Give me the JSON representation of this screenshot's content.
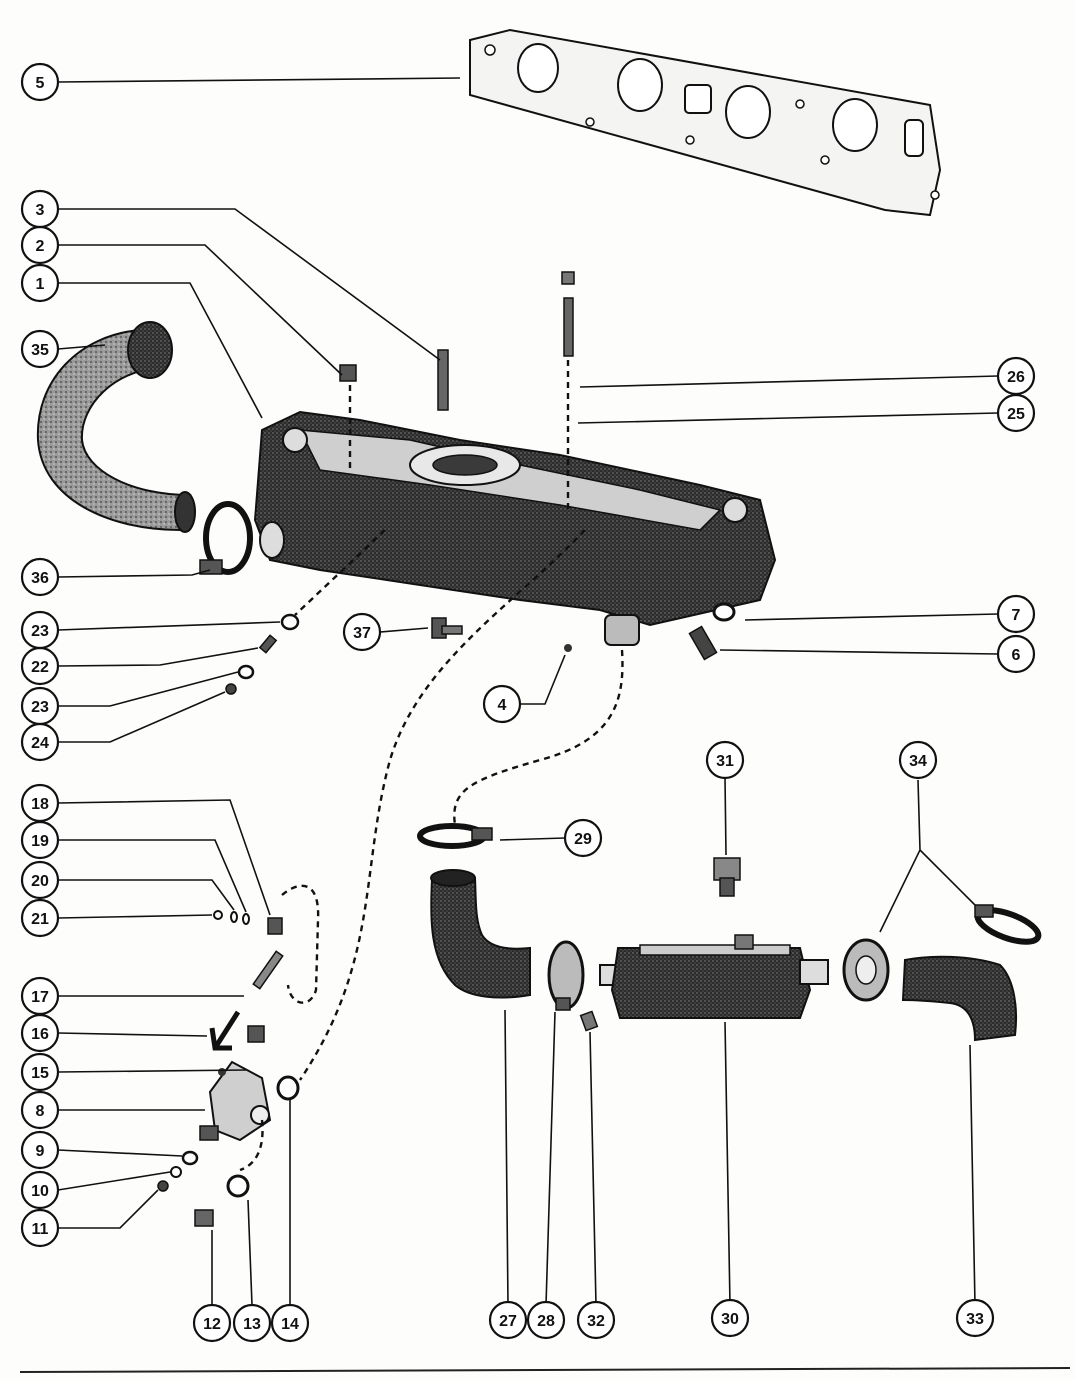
{
  "callouts": [
    {
      "id": "c1",
      "label": "1"
    },
    {
      "id": "c2",
      "label": "2"
    },
    {
      "id": "c3",
      "label": "3"
    },
    {
      "id": "c4",
      "label": "4"
    },
    {
      "id": "c5",
      "label": "5"
    },
    {
      "id": "c6",
      "label": "6"
    },
    {
      "id": "c7",
      "label": "7"
    },
    {
      "id": "c8",
      "label": "8"
    },
    {
      "id": "c9",
      "label": "9"
    },
    {
      "id": "c10",
      "label": "10"
    },
    {
      "id": "c11",
      "label": "11"
    },
    {
      "id": "c12",
      "label": "12"
    },
    {
      "id": "c13",
      "label": "13"
    },
    {
      "id": "c14",
      "label": "14"
    },
    {
      "id": "c15",
      "label": "15"
    },
    {
      "id": "c16",
      "label": "16"
    },
    {
      "id": "c17",
      "label": "17"
    },
    {
      "id": "c18",
      "label": "18"
    },
    {
      "id": "c19",
      "label": "19"
    },
    {
      "id": "c20",
      "label": "20"
    },
    {
      "id": "c21",
      "label": "21"
    },
    {
      "id": "c22",
      "label": "22"
    },
    {
      "id": "c23a",
      "label": "23"
    },
    {
      "id": "c23b",
      "label": "23"
    },
    {
      "id": "c24",
      "label": "24"
    },
    {
      "id": "c25",
      "label": "25"
    },
    {
      "id": "c26",
      "label": "26"
    },
    {
      "id": "c27",
      "label": "27"
    },
    {
      "id": "c28",
      "label": "28"
    },
    {
      "id": "c29",
      "label": "29"
    },
    {
      "id": "c30",
      "label": "30"
    },
    {
      "id": "c31",
      "label": "31"
    },
    {
      "id": "c32",
      "label": "32"
    },
    {
      "id": "c33",
      "label": "33"
    },
    {
      "id": "c34",
      "label": "34"
    },
    {
      "id": "c35",
      "label": "35"
    },
    {
      "id": "c36",
      "label": "36"
    },
    {
      "id": "c37",
      "label": "37"
    }
  ]
}
